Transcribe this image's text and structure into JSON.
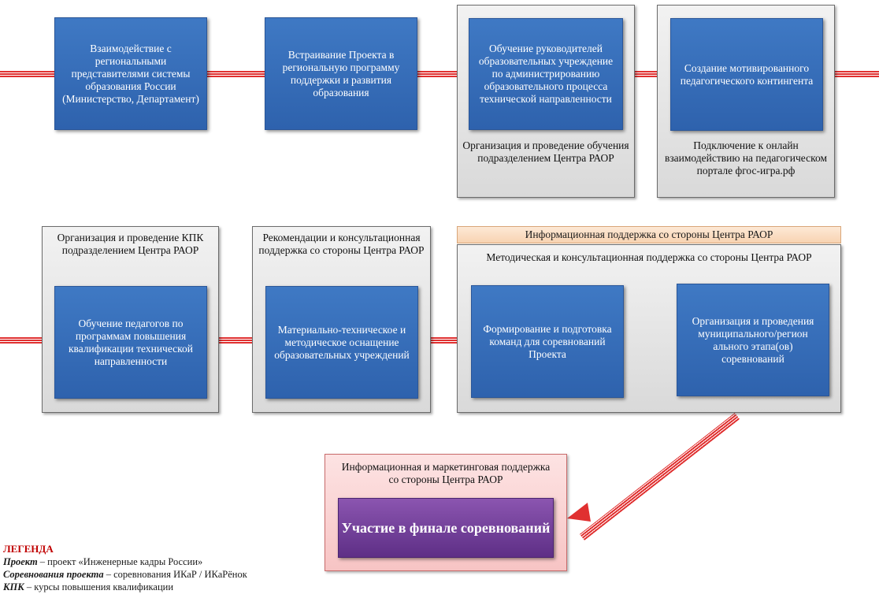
{
  "row1": {
    "box1": "Взаимодействие с региональными представителями системы образования России (Министерство, Департамент)",
    "box2": "Встраивание Проекта в региональную программу поддержки и развития образования",
    "panel3": {
      "blue": "Обучение руководителей образовательных учреждение по администрированию образовательного процесса технической направленности",
      "caption": "Организация и проведение обучения подразделением Центра РАОР"
    },
    "panel4": {
      "blue": "Создание мотивированного педагогического контингента",
      "caption": "Подключение к онлайн взаимодействию на педагогическом портале фгос-игра.рф"
    }
  },
  "row2": {
    "panel1": {
      "caption": "Организация и проведение КПК подразделением Центра РАОР",
      "blue": "Обучение педагогов по программам повышения квалификации технической направленности"
    },
    "panel2": {
      "caption": "Рекомендации и консультационная поддержка со стороны Центра РАОР",
      "blue": "Материально-техническое и методическое оснащение образовательных учреждений"
    },
    "info_bar": "Информационная поддержка со стороны Центра РАОР",
    "panel3": {
      "caption": "Методическая и консультационная поддержка со стороны Центра РАОР",
      "blue_left": "Формирование и подготовка команд для соревнований Проекта",
      "blue_right": "Организация и проведения муниципального/регион ального этапа(ов) соревнований"
    }
  },
  "final": {
    "caption": "Информационная и маркетинговая поддержка со стороны Центра РАОР",
    "box": "Участие в финале соревнований"
  },
  "legend": {
    "title": "ЛЕГЕНДА",
    "items": [
      {
        "term": "Проект",
        "def": " – проект «Инженерные кадры России»"
      },
      {
        "term": "Соревнования проекта",
        "def": " – соревнования ИКаР / ИКаРёнок"
      },
      {
        "term": "КПК",
        "def": " – курсы повышения квалификации"
      }
    ]
  },
  "colors": {
    "connector": "#e03030",
    "box_blue": "#3a72be",
    "final_purple": "#6f3b98",
    "legend_title": "#c00000"
  }
}
